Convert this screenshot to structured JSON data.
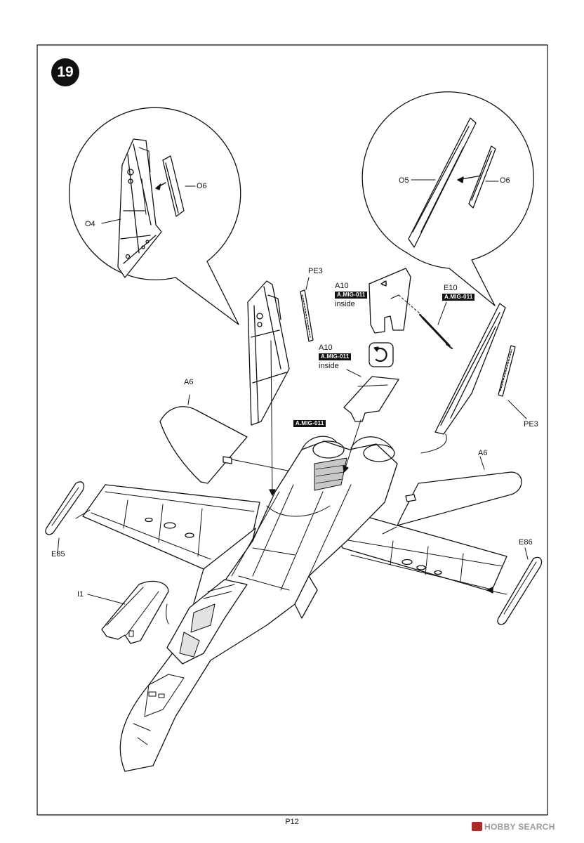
{
  "step": {
    "number": "19"
  },
  "callouts": {
    "left_bubble": {
      "part_a": "O4",
      "part_b": "O6"
    },
    "right_bubble": {
      "part_a": "O5",
      "part_b": "O6"
    }
  },
  "parts": {
    "pe3_left": "PE3",
    "pe3_right": "PE3",
    "a10_upper": {
      "code": "A10",
      "paint": "A.MIG-011",
      "note": "inside"
    },
    "a10_lower": {
      "code": "A10",
      "paint": "A.MIG-011",
      "note": "inside"
    },
    "e10": {
      "code": "E10",
      "paint": "A.MIG-011"
    },
    "a6_left": "A6",
    "a6_right": "A6",
    "engine_paint": "A.MIG-011",
    "e85": "E85",
    "e86": "E86",
    "i1": "I1"
  },
  "symbols": {
    "rotate": "rotate-view-icon"
  },
  "footer": {
    "page": "P12",
    "watermark": "HOBBY SEARCH"
  }
}
